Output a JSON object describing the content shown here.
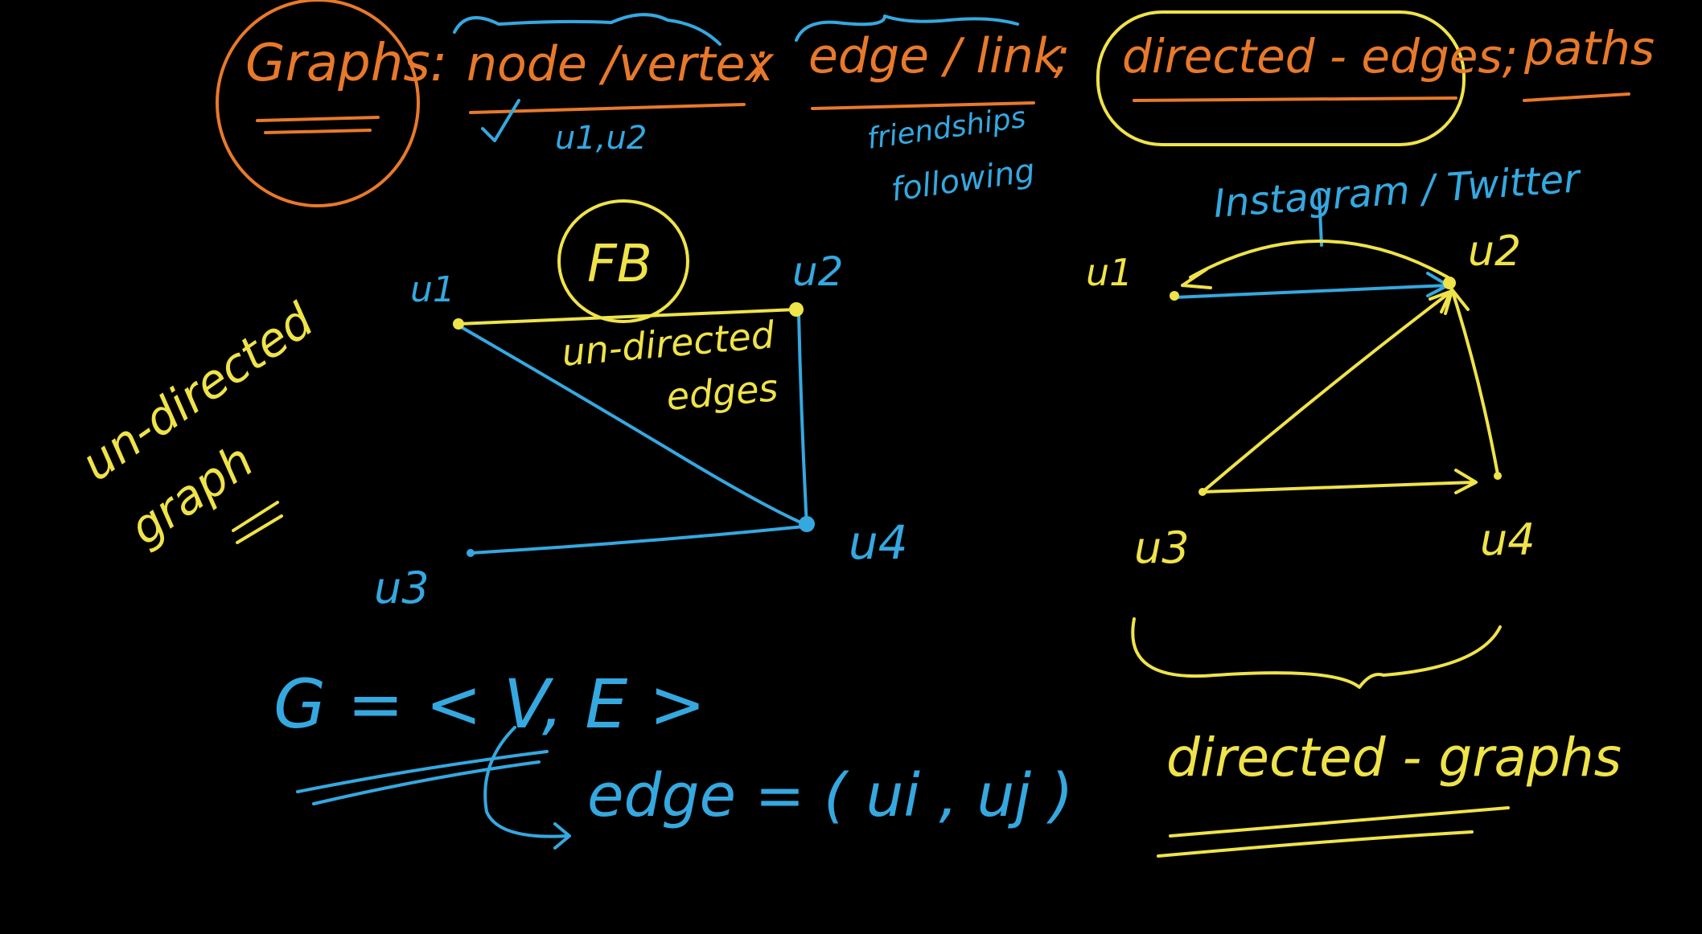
{
  "colors": {
    "background": "#000000",
    "orange": "#e8792b",
    "blue": "#35a8e0",
    "yellow": "#efe34a"
  },
  "header": {
    "graphs": "Graphs:",
    "node_vertex": "node /vertex",
    "node_sub": "u1,u2",
    "sep1": ";",
    "edge_link": "edge / link",
    "edge_sub_1": "friendships",
    "edge_sub_2": "following",
    "sep2": ";",
    "directed_edges": "directed - edges;",
    "paths": "paths"
  },
  "left_graph": {
    "fb": "FB",
    "u1": "u1",
    "u2": "u2",
    "u3": "u3",
    "u4": "u4",
    "undirected_edges_1": "un-directed",
    "undirected_edges_2": "edges",
    "side_label_1": "un-directed",
    "side_label_2": "graph"
  },
  "formula": {
    "g": "G = < V, E >",
    "edge": "edge = ( ui , uj )"
  },
  "right_graph": {
    "platform": "Instagram / Twitter",
    "u1": "u1",
    "u2": "u2",
    "u3": "u3",
    "u4": "u4",
    "label": "directed - graphs"
  }
}
